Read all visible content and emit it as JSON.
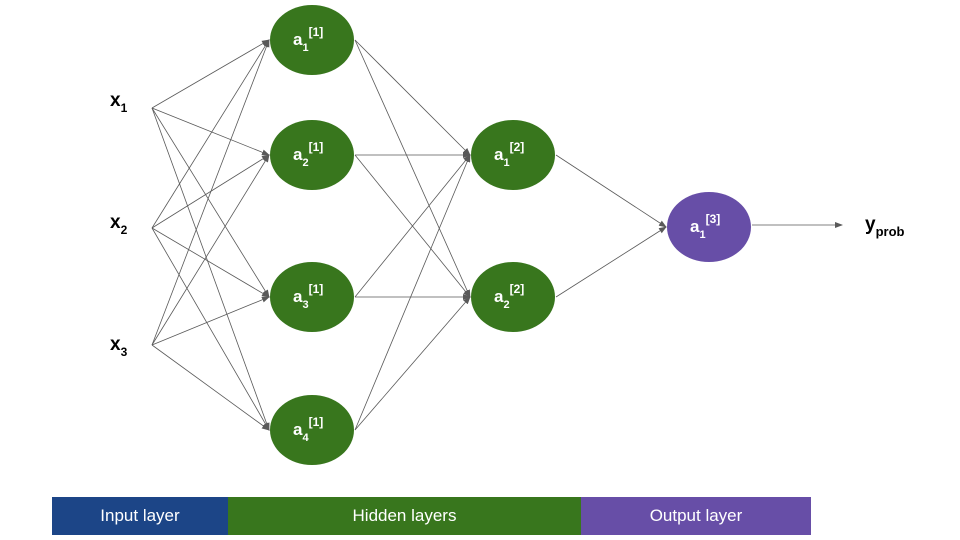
{
  "colors": {
    "hidden_node": "#38761d",
    "output_node": "#674ea7",
    "input_bar": "#1c4587",
    "hidden_bar": "#38761d",
    "output_bar": "#674ea7",
    "edge": "#595959"
  },
  "inputs": [
    {
      "base": "x",
      "sub": "1"
    },
    {
      "base": "x",
      "sub": "2"
    },
    {
      "base": "x",
      "sub": "3"
    }
  ],
  "hidden1": [
    {
      "base": "a",
      "sub": "1",
      "sup": "[1]"
    },
    {
      "base": "a",
      "sub": "2",
      "sup": "[1]"
    },
    {
      "base": "a",
      "sub": "3",
      "sup": "[1]"
    },
    {
      "base": "a",
      "sub": "4",
      "sup": "[1]"
    }
  ],
  "hidden2": [
    {
      "base": "a",
      "sub": "1",
      "sup": "[2]"
    },
    {
      "base": "a",
      "sub": "2",
      "sup": "[2]"
    }
  ],
  "output_node": {
    "base": "a",
    "sub": "1",
    "sup": "[3]"
  },
  "output_label": {
    "base": "y",
    "sub": "prob"
  },
  "legend": {
    "input": "Input layer",
    "hidden": "Hidden layers",
    "output": "Output layer"
  }
}
